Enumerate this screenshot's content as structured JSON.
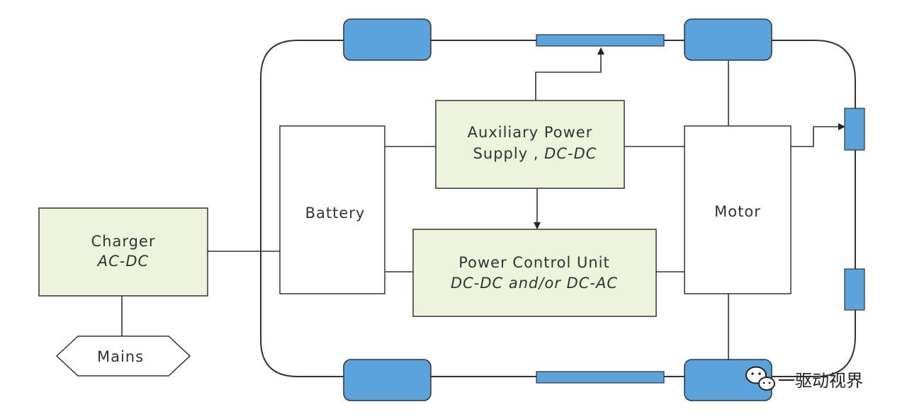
{
  "charger": {
    "title": "Charger",
    "subtitle": "AC-DC"
  },
  "mains": {
    "label": "Mains"
  },
  "battery": {
    "label": "Battery"
  },
  "aux_supply": {
    "line1": "Auxiliary Power",
    "line2_prefix": "Supply ,",
    "line2_italic": "DC-DC"
  },
  "power_control": {
    "line1": "Power Control Unit",
    "line2": "DC-DC and/or DC-AC"
  },
  "motor": {
    "label": "Motor"
  },
  "watermark": {
    "text": "一驱动视界"
  },
  "colors": {
    "box_fill": "#eef3dc",
    "component_blue": "#5aa3dc",
    "line": "#333333"
  }
}
